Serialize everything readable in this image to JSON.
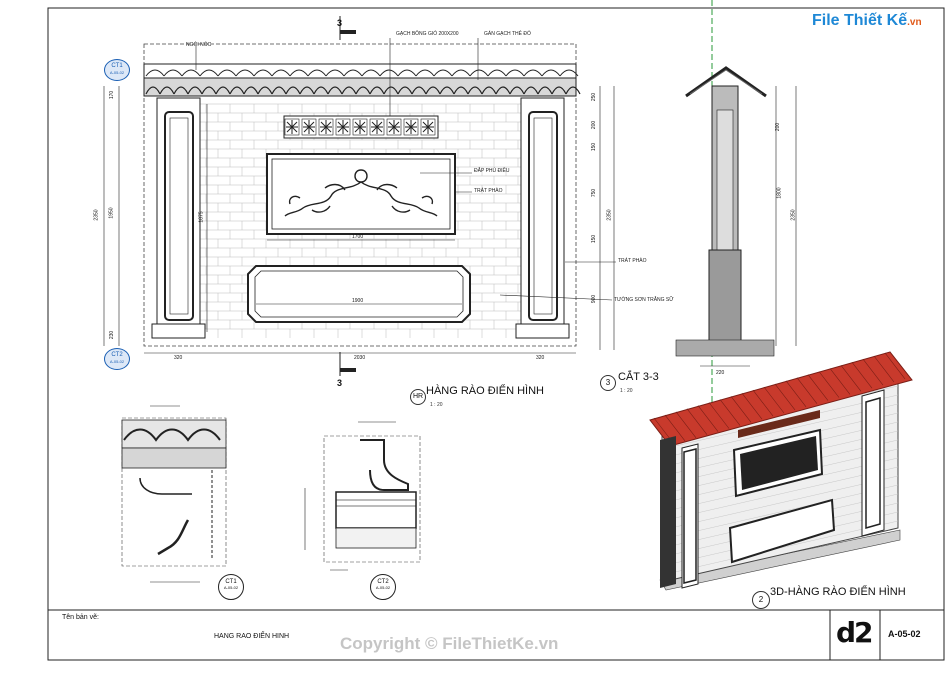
{
  "logo": {
    "brand": "File Thiết Kế",
    "domain": ".vn"
  },
  "labels": {
    "ngoi_noc": "NGÓI NÓC",
    "gach_bong": "GẠCH BÔNG GIÓ 200X200",
    "gan_gach": "GÁN GẠCH THẺ ĐỎ",
    "dap_phu_dieu": "ĐẮP PHÙ ĐIÊU",
    "trat_phao_1": "TRÁT PHÀO",
    "trat_phao_2": "TRÁT PHÀO",
    "tuong_son": "TƯỜNG SƠN TRẮNG SỮ"
  },
  "section_marks": {
    "top": "3",
    "bottom": "3"
  },
  "callouts": {
    "ct1_top": "CT1",
    "ct1_sheet": "A-05-02",
    "ct2_top": "CT2",
    "ct2_sheet": "A-05-02"
  },
  "dims": {
    "elev_left": [
      "170",
      "1950",
      "230",
      "2350"
    ],
    "elev_inner": "1875",
    "panel_top_width": "1700",
    "panel_bottom_width": "1900",
    "bottom": [
      "320",
      "2030",
      "320"
    ],
    "sec_right": [
      "250",
      "200",
      "150",
      "750",
      "150",
      "900",
      "1800",
      "2350",
      "2350",
      "200"
    ],
    "sec_bottom": "220"
  },
  "views": {
    "main": {
      "num": "HR",
      "title": "HÀNG RÀO ĐIỂN HÌNH",
      "scale": "1 : 20"
    },
    "section": {
      "num": "3",
      "title": "CẮT 3-3",
      "scale": "1 : 20"
    },
    "iso": {
      "num": "2",
      "title": "3D-HÀNG RÀO ĐIỂN HÌNH"
    },
    "det1": {
      "name": "CT1",
      "sheet": "A-05-02"
    },
    "det2": {
      "name": "CT2",
      "sheet": "A-05-02"
    }
  },
  "titleblock": {
    "label": "Tên bản vẽ:",
    "name": "HANG RAO ĐIỂN HINH",
    "sheet_no": "A-05-02",
    "logo": "d2"
  },
  "watermark": "Copyright © FileThietKe.vn",
  "colors": {
    "roof": "#c83a2c",
    "bubble": "#1a5fb4",
    "green_line": "#2a9a3a"
  }
}
